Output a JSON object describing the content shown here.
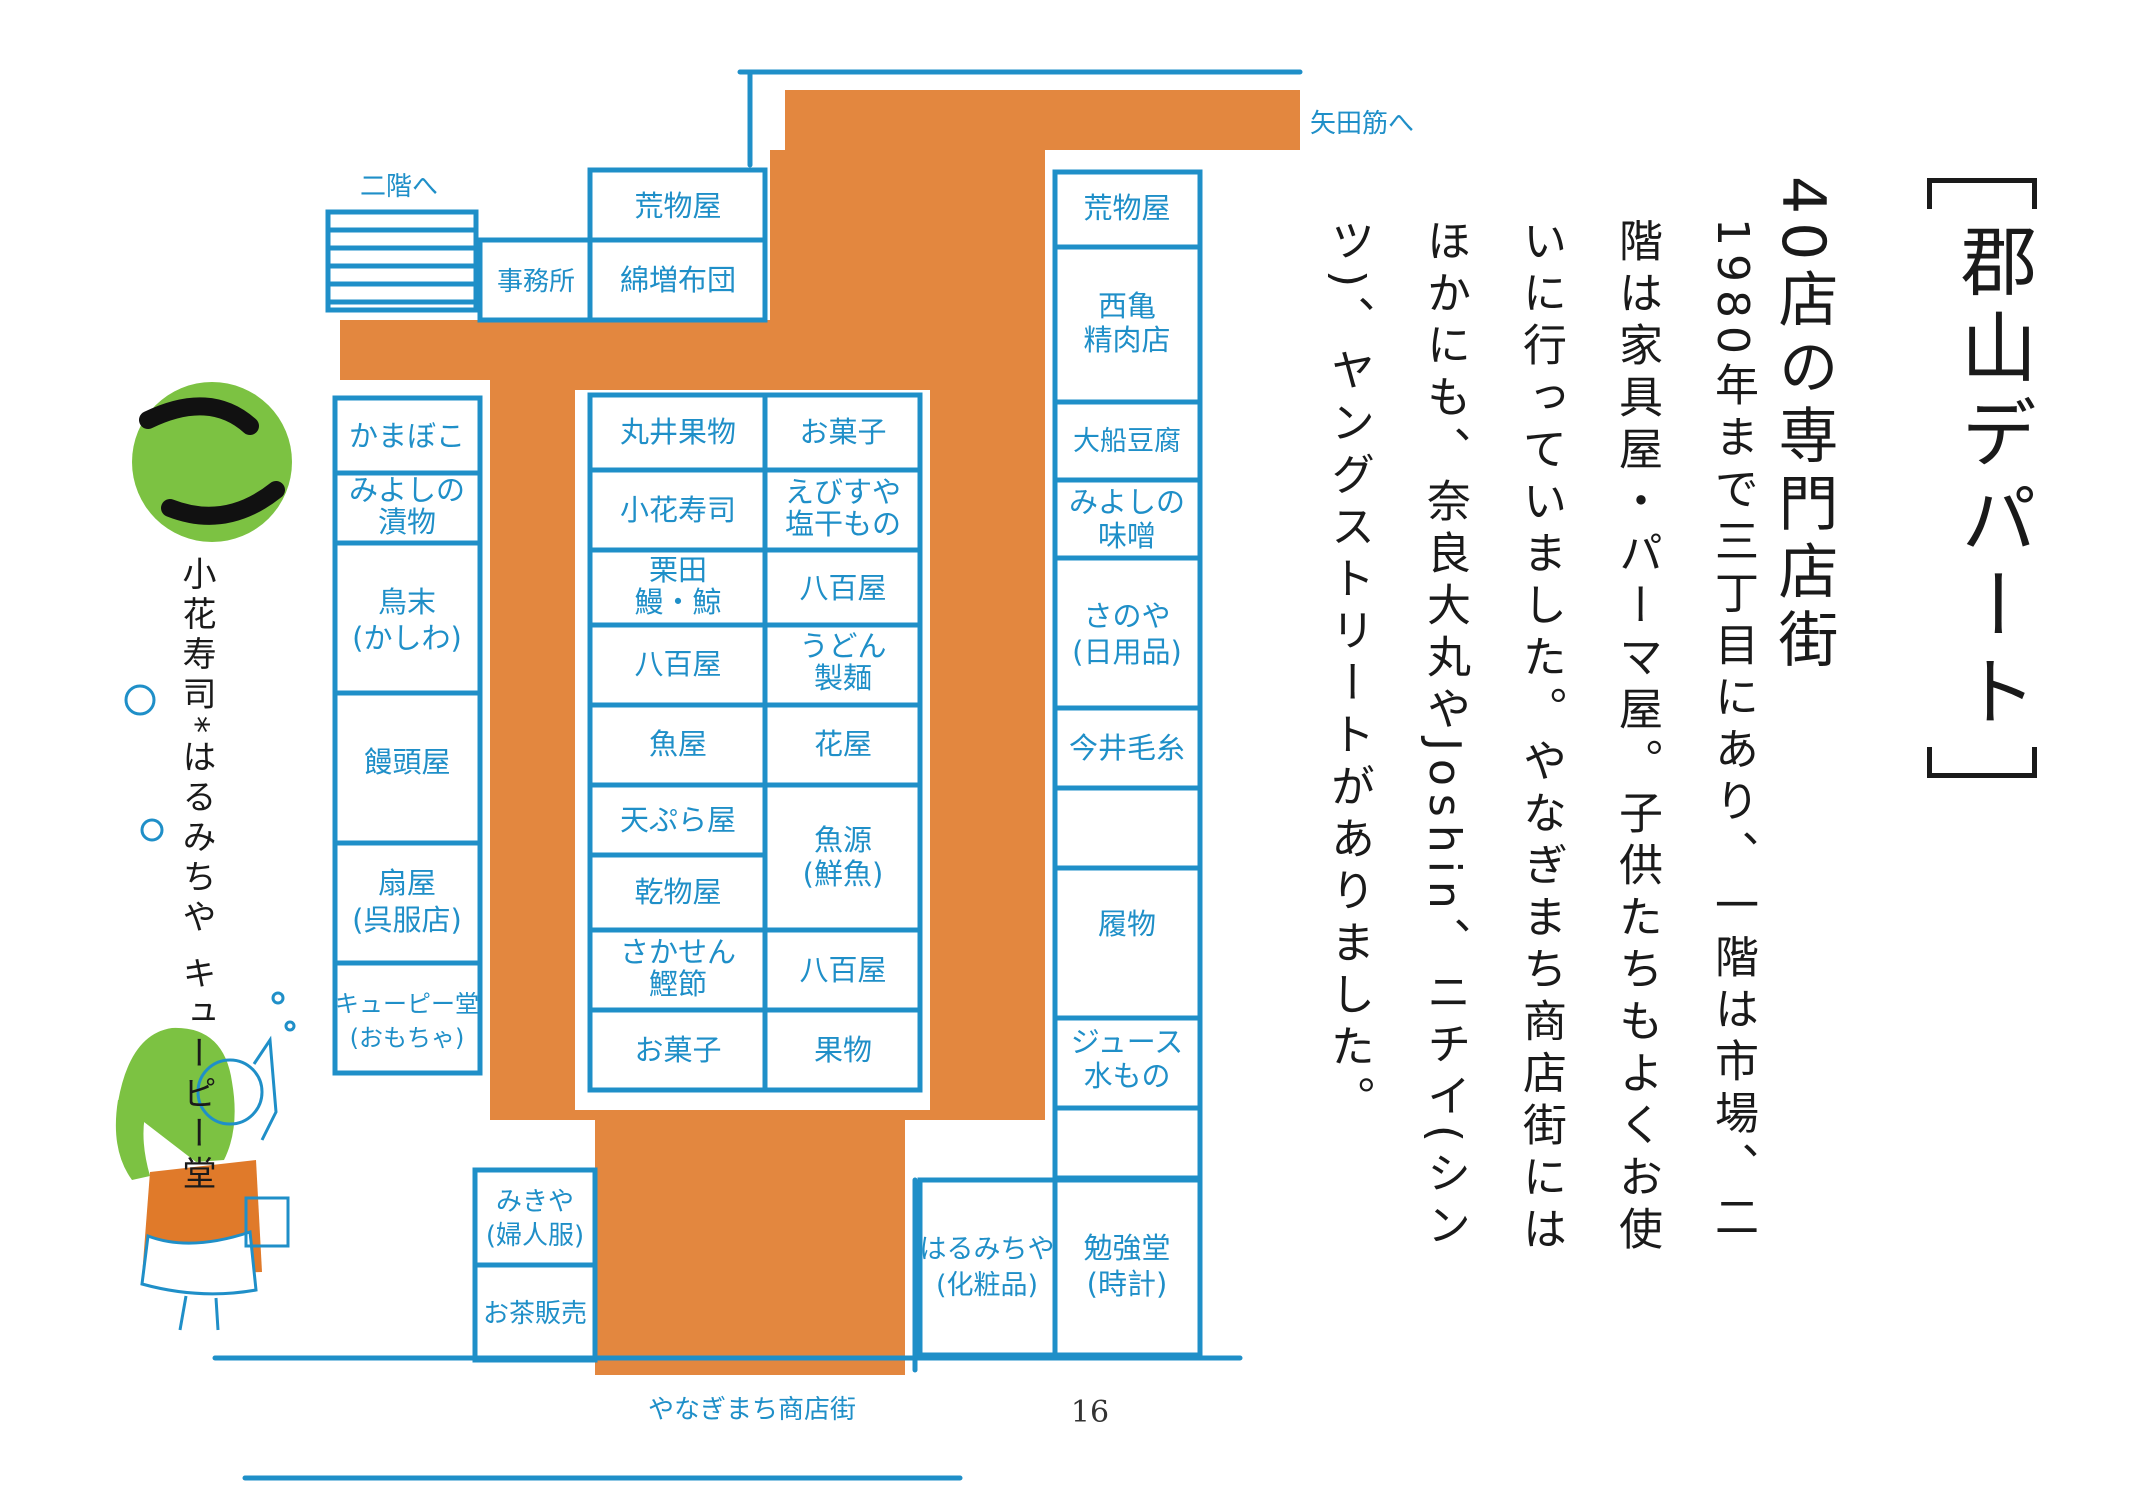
{
  "title": "郡山デパート",
  "subtitle": "40店の専門店街",
  "body": "1980年まで三丁目にあり、一階は市場、二階は家具屋・パーマ屋。子供たちもよくお使いに行っていました。やなぎまち商店街にはほかにも、奈良大丸やJoshin、ニチイ(シンツ)、ヤングストリートがありました。",
  "credit": "小花寿司*はるみちや キューピー堂",
  "page_number": "16",
  "colors": {
    "line": "#1f8fc8",
    "corridor": "#e07a2a",
    "sphere": "#7cc242",
    "text": "#1a1a1a"
  },
  "annotations": {
    "stairs_up": "二階へ",
    "to_yata": "矢田筋へ",
    "street": "やなぎまち商店街"
  },
  "shops": {
    "left": [
      {
        "name": "かまぼこ"
      },
      {
        "name": "みよしの",
        "name2": "漬物"
      },
      {
        "name": "鳥末",
        "name2": "(かしわ)"
      },
      {
        "name": "饅頭屋"
      },
      {
        "name": "扇屋",
        "name2": "(呉服店)"
      },
      {
        "name": "キューピー堂",
        "name2": "(おもちゃ)"
      }
    ],
    "top": [
      {
        "name": "荒物屋"
      },
      {
        "name": "事務所"
      },
      {
        "name": "綿増布団"
      }
    ],
    "center_left": [
      {
        "name": "丸井果物"
      },
      {
        "name": "小花寿司"
      },
      {
        "name": "栗田",
        "name2": "鰻・鯨"
      },
      {
        "name": "八百屋"
      },
      {
        "name": "魚屋"
      },
      {
        "name": "天ぷら屋"
      },
      {
        "name": "乾物屋"
      },
      {
        "name": "さかせん",
        "name2": "鰹節"
      },
      {
        "name": "お菓子"
      }
    ],
    "center_right": [
      {
        "name": "お菓子"
      },
      {
        "name": "えびすや",
        "name2": "塩干もの"
      },
      {
        "name": "八百屋"
      },
      {
        "name": "うどん",
        "name2": "製麺"
      },
      {
        "name": "花屋"
      },
      {
        "name": "魚源",
        "name2": "(鮮魚)"
      },
      {
        "name": "八百屋"
      },
      {
        "name": "果物"
      }
    ],
    "right": [
      {
        "name": "荒物屋"
      },
      {
        "name": "西亀",
        "name2": "精肉店"
      },
      {
        "name": "大船豆腐"
      },
      {
        "name": "みよしの",
        "name2": "味噌"
      },
      {
        "name": "さのや",
        "name2": "(日用品)"
      },
      {
        "name": "今井毛糸"
      },
      {
        "name": "履物"
      },
      {
        "name": "ジュース",
        "name2": "水もの"
      }
    ],
    "bottom": [
      {
        "name": "みきや",
        "name2": "(婦人服)"
      },
      {
        "name": "お茶販売"
      },
      {
        "name": "はるみちや",
        "name2": "(化粧品)"
      },
      {
        "name": "勉強堂",
        "name2": "(時計)"
      }
    ]
  }
}
